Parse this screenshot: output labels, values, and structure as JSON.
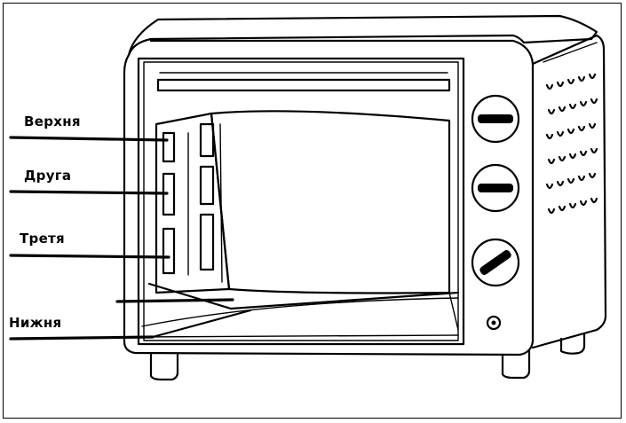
{
  "rack_labels": {
    "top": "Верхня",
    "second": "Друга",
    "third": "Третя",
    "bottom": "Нижня"
  }
}
